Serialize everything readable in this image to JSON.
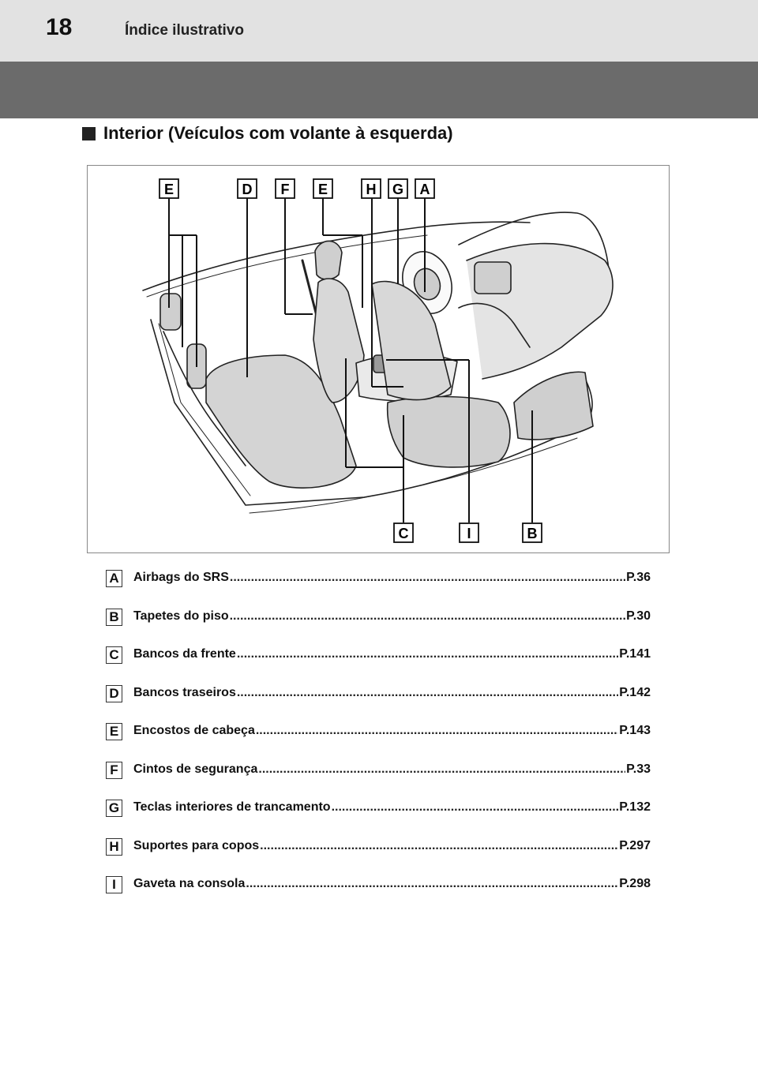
{
  "header": {
    "page_number": "18",
    "title": "Índice ilustrativo"
  },
  "section": {
    "title": "Interior (Veículos com volante à esquerda)"
  },
  "figure": {
    "callouts_top": [
      "E",
      "D",
      "F",
      "E",
      "H",
      "G",
      "A"
    ],
    "callouts_bottom": [
      "C",
      "I",
      "B"
    ]
  },
  "legend": [
    {
      "letter": "A",
      "label": "Airbags do SRS",
      "page": "P.36"
    },
    {
      "letter": "B",
      "label": "Tapetes do piso",
      "page": "P.30"
    },
    {
      "letter": "C",
      "label": "Bancos da frente",
      "page": "P.141"
    },
    {
      "letter": "D",
      "label": "Bancos traseiros",
      "page": "P.142"
    },
    {
      "letter": "E",
      "label": "Encostos de cabeça",
      "page": "P.143"
    },
    {
      "letter": "F",
      "label": "Cintos de segurança",
      "page": "P.33"
    },
    {
      "letter": "G",
      "label": "Teclas interiores de trancamento",
      "page": "P.132"
    },
    {
      "letter": "H",
      "label": "Suportes para copos",
      "page": "P.297"
    },
    {
      "letter": "I",
      "label": "Gaveta na consola",
      "page": "P.298"
    }
  ]
}
